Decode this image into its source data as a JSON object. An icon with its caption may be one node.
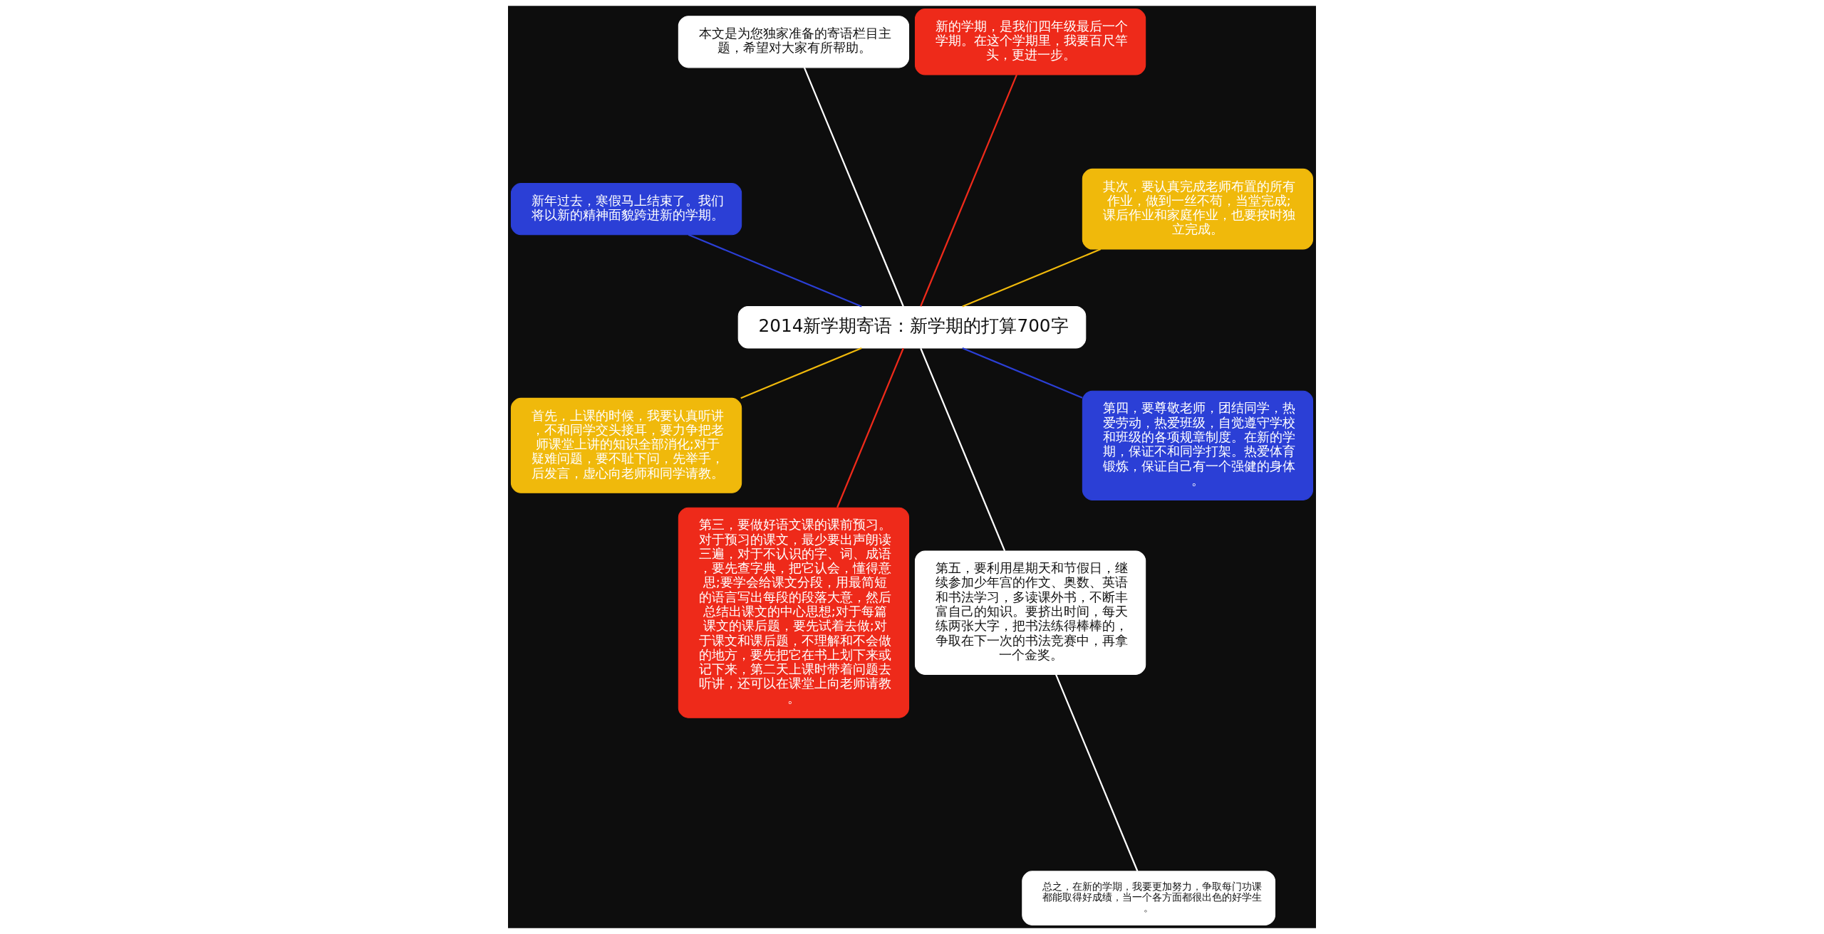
{
  "diagram": {
    "nodes": [
      {
        "text": [
          "2014新学期寄语：新学期的打算700字"
        ]
      },
      {
        "text": [
          "新年过去，寒假马上结束了。我们将以新的精神面貌跨进新的学期。"
        ]
      },
      {
        "text": [
          "首先，上课的时候，我要认真听讲，不和同学交头接耳，要力争把老师课堂上讲的知识全部消化;对于疑难问题，要不耻下问，先举手，后发言，虚心向老师和同学请教。"
        ]
      },
      {
        "text": [
          "第三，要做好语文课的课前预习。对于预习的课文，最少要出声朗读三遍，对于不认识的字、词、成语，要先查字典，把它认会，懂得意思;要学会给课文分段，用最简短的语言写出每段的段落大意，然后总结出课文的中心思想;对于每篇课文的课后题，要先试着去做;对于课文和课后题，不理解和不会做的地方，要先把它在书上划下来或记下来，第二天上课时带着问题去听讲，还可以在课堂上向老师请教。"
        ]
      },
      {
        "text": [
          "第五，要利用星期天和节假日，继续参加少年宫的作文、奥数、英语和书法学习，多读课外书，不断丰富自己的知识。要挤出时间，每天练两张大字，把书法练得棒棒的，争取在下一次的书法竞赛中，再拿一个金奖。"
        ]
      },
      {
        "text": [
          "总之，在新的学期，我要更加努力，争取每门功课都能取得好成绩，当一个各方面都很出色的好学生。"
        ]
      },
      {
        "text": [
          "本文是为您独家准备的寄语栏目主题，希望对大家有所帮助。"
        ]
      },
      {
        "text": [
          "新的学期，是我们四年级最后一个学期。在这个学期里，我要百尺竿头，更进一步。"
        ]
      },
      {
        "text": [
          "其次，要认真完成老师布置的所有作业，做到一丝不苟，当堂完成;课后作业和家庭作业，也要按时独立完成。"
        ]
      },
      {
        "text": [
          "第四，要尊敬老师，团结同学，热爱劳动，热爱班级，自觉遵守学校和班级的各项规章制度。在新的学期，保证不和同学打架。热爱体育锻炼，保证自己有一个强健的身体。"
        ]
      }
    ],
    "edges": [
      {
        "from": 0,
        "to": 1,
        "arrow": "none",
        "color": "#2b3fd6"
      },
      {
        "from": 0,
        "to": 2,
        "arrow": "none",
        "color": "#f0b90b"
      },
      {
        "from": 0,
        "to": 3,
        "arrow": "none",
        "color": "#ee2a1a"
      },
      {
        "from": 0,
        "to": 4,
        "arrow": "none"
      },
      {
        "from": 4,
        "to": 5,
        "arrow": "none"
      },
      {
        "from": 0,
        "to": 6,
        "arrow": "none"
      },
      {
        "from": 0,
        "to": 7,
        "arrow": "none",
        "color": "#ee2a1a"
      },
      {
        "from": 0,
        "to": 8,
        "arrow": "none",
        "color": "#f0b90b"
      },
      {
        "from": 0,
        "to": 9,
        "arrow": "none",
        "color": "#2b3fd6"
      }
    ]
  }
}
